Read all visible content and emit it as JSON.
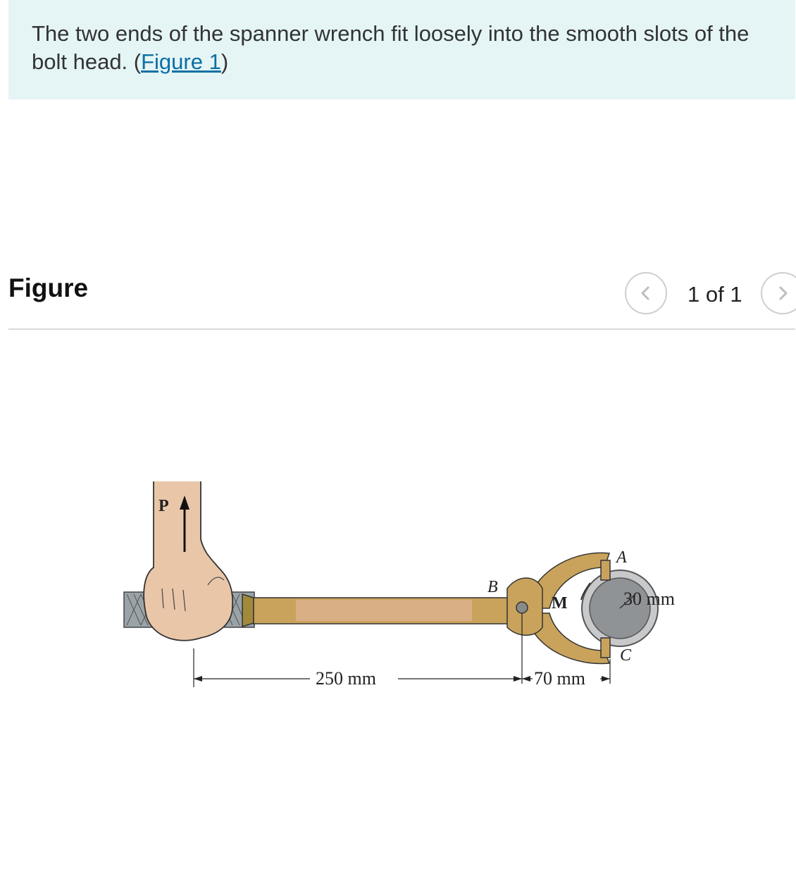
{
  "problem": {
    "text": "The two ends of the spanner wrench fit loosely into the smooth slots of the bolt head. (",
    "link_label": "Figure 1",
    "text_end": ")"
  },
  "figure_panel": {
    "title": "Figure",
    "page_counter": "1 of 1",
    "prev_icon": "chevron-left-icon",
    "next_icon": "chevron-right-icon"
  },
  "diagram": {
    "label_p": "P",
    "label_b": "B",
    "label_m": "M",
    "label_a": "A",
    "label_c": "C",
    "dim_30": "30 mm",
    "dim_250": "250 mm",
    "dim_70": "70 mm"
  }
}
